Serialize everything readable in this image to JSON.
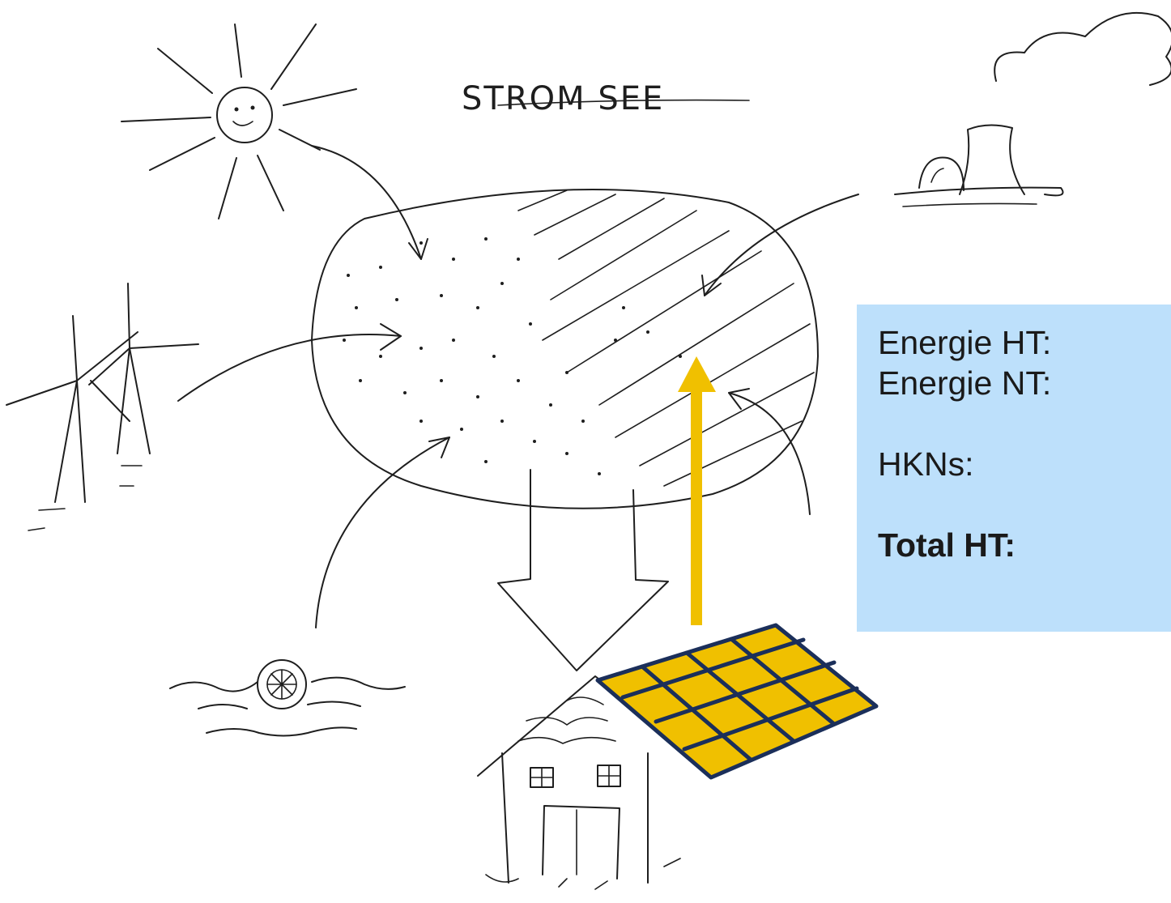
{
  "diagram": {
    "title": "STROM SEE"
  },
  "info_box": {
    "energie_ht": "Energie HT:",
    "energie_nt": "Energie NT:",
    "hkns": "HKNs:",
    "total_ht": "Total HT:"
  },
  "colors": {
    "info_box_background": "#bde0fb",
    "solar_panel_fill": "#f0c000",
    "solar_panel_grid": "#1b2f5a",
    "upload_arrow": "#f0c000",
    "sketch_ink": "#1e1e1e"
  }
}
